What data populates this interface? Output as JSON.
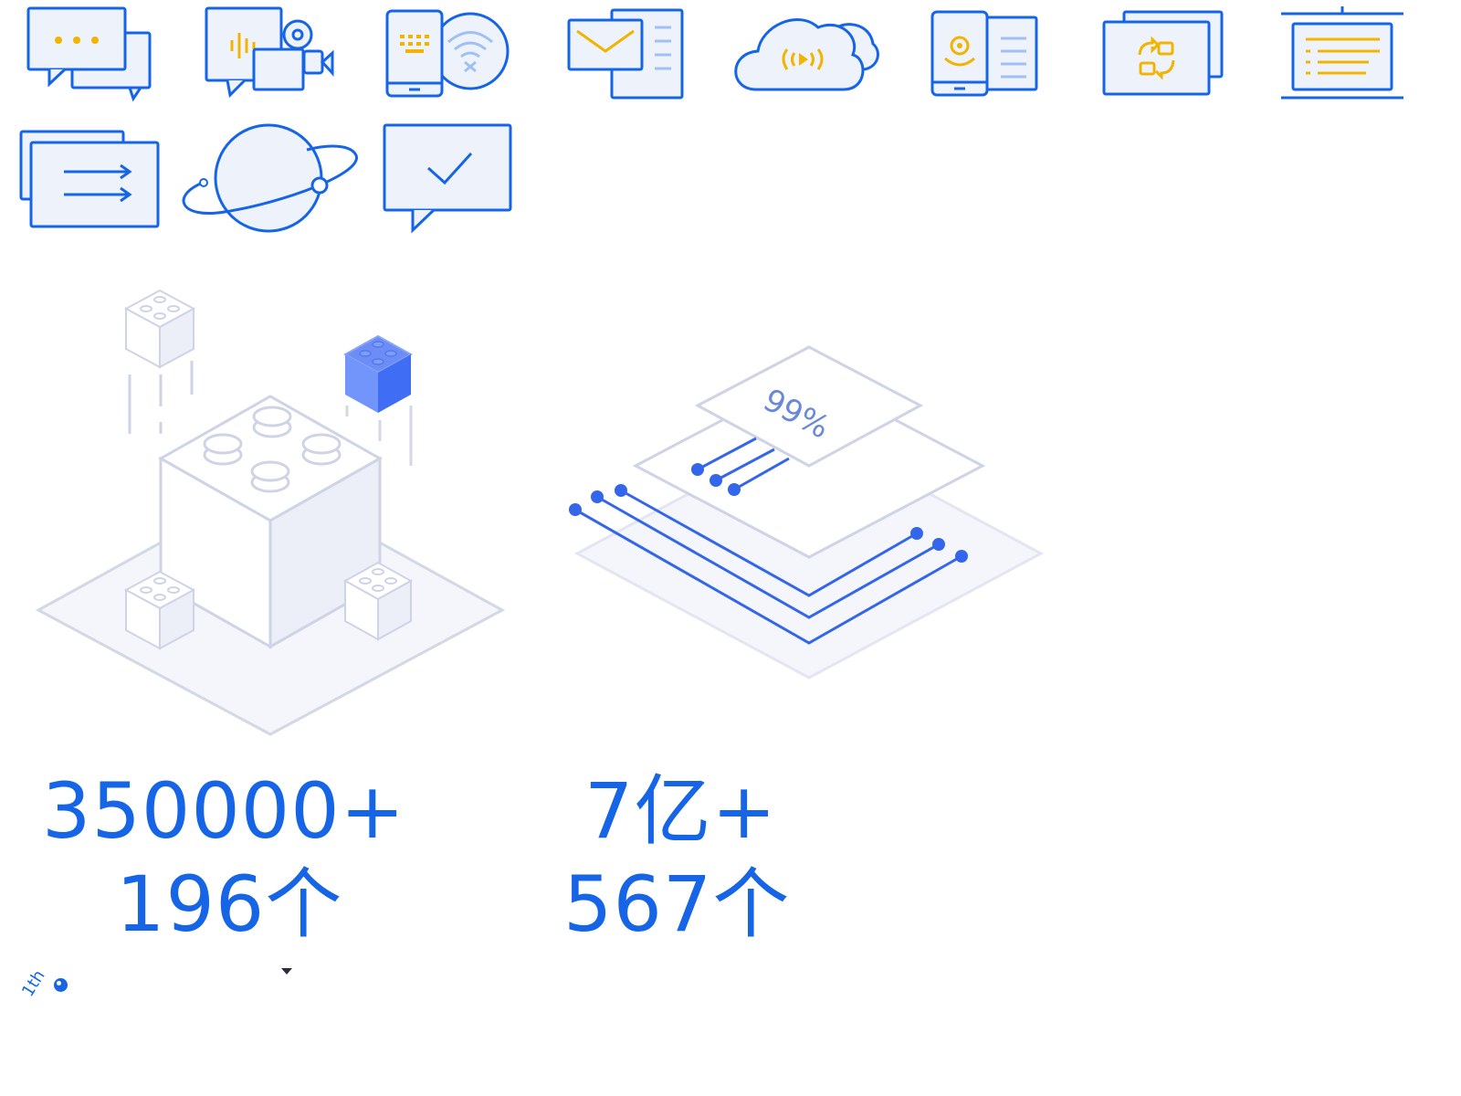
{
  "stats": {
    "left_primary": "350000+",
    "left_secondary": "196个",
    "right_primary": "7亿+",
    "right_secondary": "567个"
  },
  "badge": {
    "text": "1th"
  },
  "illustration": {
    "percent_label": "99%"
  },
  "icons": [
    "chat-bubbles-icon",
    "voice-video-icon",
    "mobile-wifi-icon",
    "mail-document-icon",
    "cloud-broadcast-icon",
    "mobile-camera-document-icon",
    "window-sync-icon",
    "presentation-board-icon",
    "window-transfer-icon",
    "planet-icon",
    "message-check-icon"
  ],
  "colors": {
    "blue_primary": "#1565e6",
    "blue_light_fill": "#eef3fb",
    "accent_yellow": "#f1b400",
    "illustration_gray": "#cfd3e6",
    "illustration_fill": "#f4f5fa"
  }
}
